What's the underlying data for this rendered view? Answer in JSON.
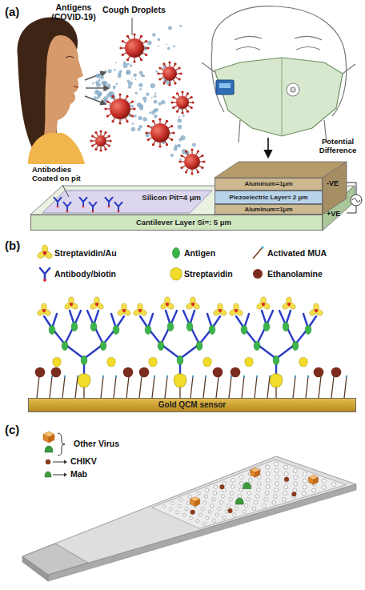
{
  "diagram": {
    "nodes": [
      {
        "text": [
          "Aluminum=1μm"
        ]
      },
      {
        "text": [
          "Piezoelectric Layer= 2 μm"
        ]
      },
      {
        "text": [
          "Aluminum=1μm"
        ]
      },
      {
        "text": [
          "Cantilever Layer Si=: 5 μm"
        ]
      },
      {
        "text": [
          "Silicon Pit=4 μm"
        ],
        "in": 3
      },
      {
        "text": [
          "Gold QCM sensor"
        ]
      }
    ],
    "labels": [
      "(a)",
      "Antigens (COVID-19)",
      "Cough Droplets",
      "Potential Difference",
      "-VE",
      "Antibodies Coated on pit",
      "+VE",
      "(b)",
      "(c)"
    ],
    "legend": [
      {
        "text": "Streptavidin/Au"
      },
      {
        "text": "Antigen"
      },
      {
        "text": "Activated MUA"
      },
      {
        "text": "Antibody/biotin"
      },
      {
        "text": "Streptavidin"
      },
      {
        "text": "Ethanolamine"
      },
      {
        "text": "Other Virus"
      },
      {
        "text": "CHIKV"
      },
      {
        "text": "Mab"
      }
    ]
  }
}
